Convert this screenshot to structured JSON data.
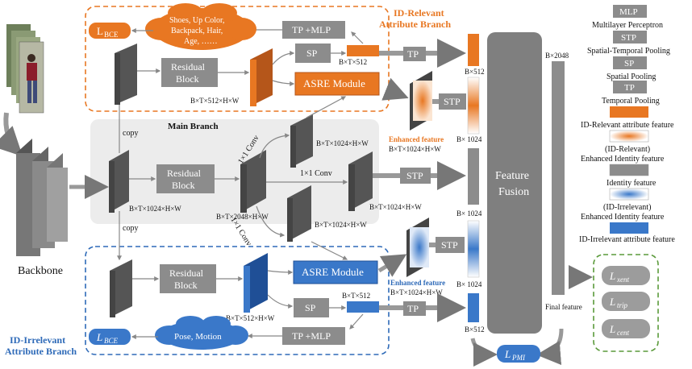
{
  "branches": {
    "relevant_title_1": "ID-Relevant",
    "relevant_title_2": "Attribute Branch",
    "irrelevant_title_1": "ID-Irrelevant",
    "irrelevant_title_2": "Attribute Branch",
    "main_title": "Main Branch",
    "backbone": "Backbone"
  },
  "blocks": {
    "residual_1": "Residual",
    "residual_2": "Block",
    "asre": "ASRE Module",
    "sp": "SP",
    "tp": "TP",
    "stp": "STP",
    "tp_mlp": "TP +MLP",
    "feature_fusion_1": "Feature",
    "feature_fusion_2": "Fusion",
    "conv": "1×1 Conv",
    "copy": "copy"
  },
  "clouds": {
    "relevant_1": "Shoes, Up Color,",
    "relevant_2": "Backpack, Hair,",
    "relevant_3": "Age, ……",
    "irrelevant": "Pose, Motion"
  },
  "losses": {
    "bce": "L",
    "bce_sub": "BCE",
    "pmi": "L",
    "pmi_sub": "PMI",
    "xent": "L",
    "xent_sub": "xent",
    "trip": "L",
    "trip_sub": "trip",
    "cent": "L",
    "cent_sub": "cent"
  },
  "dims": {
    "btx512": "B×T×512",
    "btx512hw": "B×T×512×H×W",
    "btx1024hw": "B×T×1024×H×W",
    "btx2048hw": "B×T×2048×H×W",
    "bx512": "B×512",
    "bx1024": "B× 1024",
    "bx2048": "B×2048",
    "enhanced": "Enhanced feature",
    "final": "Final feature"
  },
  "legend": {
    "mlp": "MLP",
    "mlp_desc": "Multilayer Perceptron",
    "stp": "STP",
    "stp_desc": "Spatial-Temporal Pooling",
    "sp": "SP",
    "sp_desc": "Spatial Pooling",
    "tp": "TP",
    "tp_desc": "Temporal Pooling",
    "rel_feat": "ID-Relevant attribute feature",
    "rel_enh_1": "(ID-Relevant)",
    "rel_enh_2": "Enhanced Identity feature",
    "identity": "Identity feature",
    "irr_enh_1": "(ID-Irrelevant)",
    "irr_enh_2": "Enhanced Identity feature",
    "irr_feat": "ID-Irrelevant attribute feature"
  },
  "colors": {
    "orange": "#e87722",
    "blue": "#2e6ab8",
    "gray_block": "#8c8c8c",
    "light_blue": "#3a78c9"
  }
}
